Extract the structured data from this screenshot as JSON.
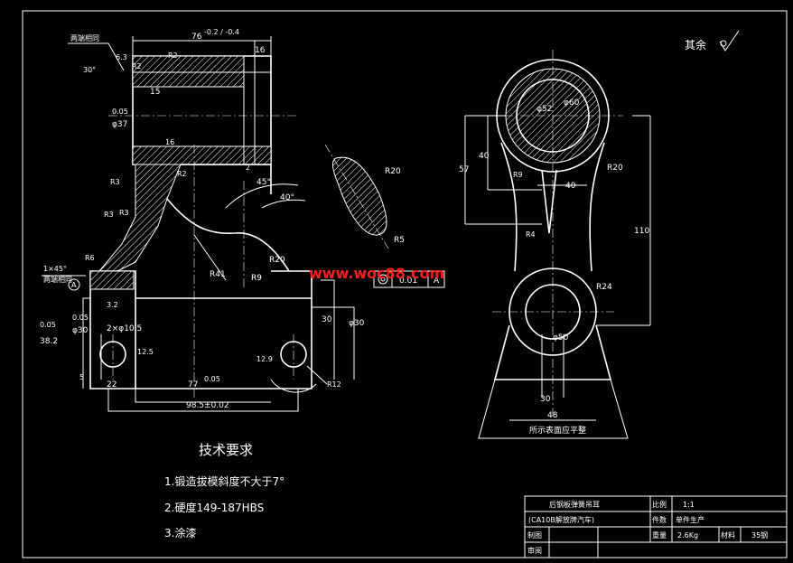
{
  "surface_note": {
    "label": "其余"
  },
  "view_front": {
    "both_ends_same": "两端相同",
    "both_ends_same_2": "两端相同",
    "dim_76": "76",
    "dim_76_tol": "-0.2 / -0.4",
    "dim_16": "16",
    "dim_63": "6.3",
    "dim_30deg": "30°",
    "dim_r2a": "R2",
    "dim_r2b": "R2",
    "dim_15": "15",
    "dim_phi37": "φ37",
    "dim_phi37_tol": "0.05",
    "dim_16b": "16",
    "dim_2": "2",
    "dim_r3a": "R3",
    "dim_r3b": "R3",
    "dim_r3c": "R3",
    "dim_r2c": "R2",
    "dim_r6": "R6",
    "dim_chamfer": "1×45°",
    "datum_a": "A",
    "dim_32": "3.2",
    "dim_r41": "R41",
    "dim_45deg": "45°",
    "dim_40deg": "40°",
    "dim_r20": "R20",
    "dim_r9": "R9",
    "dim_30": "30",
    "dim_phi30": "φ30",
    "dim_phi30_tol": "0.05",
    "dim_phi30b": "φ30",
    "dim_38": "38.2",
    "dim_38_tol": "0.05",
    "dim_2xphi": "2×φ10.5",
    "dim_125": "12.5",
    "dim_129": "12.9",
    "dim_r12": "R12",
    "dim_22": "22",
    "dim_77": "77",
    "dim_77_tol": "0.05",
    "dim_985": "98.5±0.02",
    "dim_5": "5",
    "gdt_tol": "0.01",
    "gdt_datum": "A"
  },
  "view_section": {
    "dim_r20": "R20",
    "dim_r5": "R5"
  },
  "view_side": {
    "dim_phi52": "φ52",
    "dim_phi60": "φ60",
    "dim_40": "40",
    "dim_57": "57",
    "dim_r9": "R9",
    "dim_r20": "R20",
    "dim_40b": "40",
    "dim_r4": "R4",
    "dim_110": "110",
    "dim_r24": "R24",
    "dim_phi50": "φ50",
    "dim_30": "30",
    "dim_48": "48",
    "caption": "所示表面应平整"
  },
  "watermark": "www.woc88.com",
  "tech_req": {
    "title": "技术要求",
    "items": [
      "1.锻造拔模斜度不大于7°",
      "2.硬度149-187HBS",
      "3.涂漆"
    ]
  },
  "title_block": {
    "part_name": "后钢板弹簧吊耳",
    "model": "(CA10B解放牌汽车)",
    "ratio_label": "比例",
    "ratio": "1:1",
    "qty_label": "件数",
    "qty": "单件生产",
    "weight_label": "重量",
    "weight": "2.6Kg",
    "material_label": "材料",
    "material": "35钢",
    "draw_label": "制图",
    "check_label": "审阅"
  }
}
